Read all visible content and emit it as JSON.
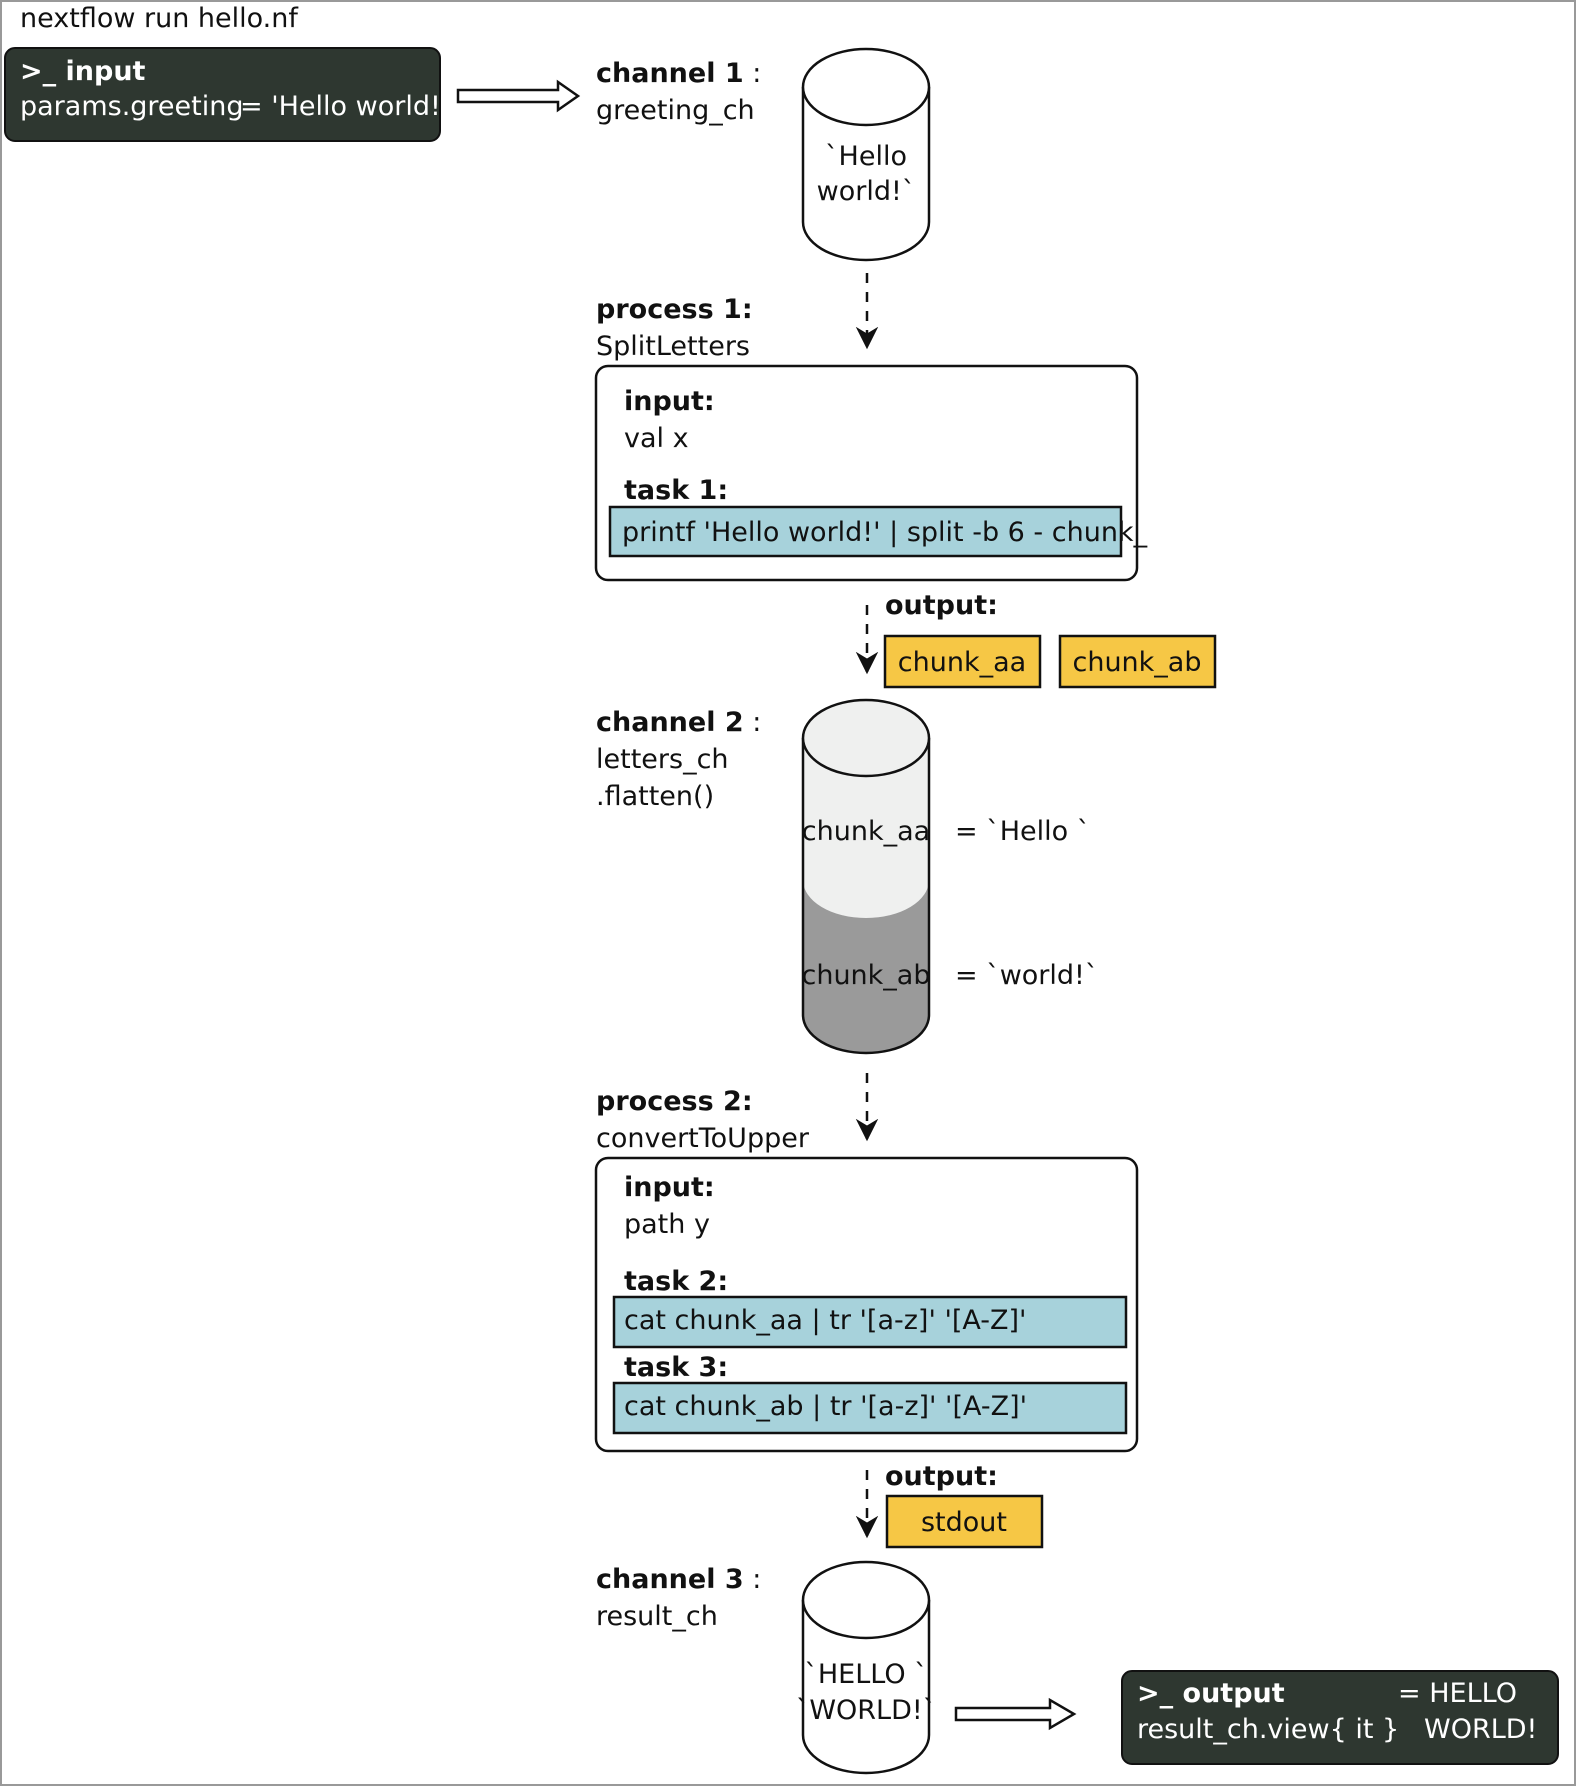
{
  "title": "nextflow run hello.nf",
  "input_box": {
    "heading": ">_  input",
    "param": "params.greeting",
    "value": "= 'Hello world!'"
  },
  "channel1": {
    "label_bold": "channel 1",
    "colon": " :",
    "name": "greeting_ch",
    "content_line1": "`Hello",
    "content_line2": "world!`"
  },
  "process1": {
    "label_bold": "process 1:",
    "name": "SplitLetters",
    "input_label": "input:",
    "input_value": "val x",
    "task_label": "task 1:",
    "task_cmd": "printf 'Hello world!' | split -b 6 - chunk_",
    "output_label": "output:",
    "outputs": [
      "chunk_aa",
      "chunk_ab"
    ]
  },
  "channel2": {
    "label_bold": "channel 2",
    "colon": " :",
    "name": "letters_ch",
    "op": ".flatten()",
    "items": [
      {
        "chunk": "chunk_aa",
        "value": "= `Hello `"
      },
      {
        "chunk": "chunk_ab",
        "value": "= `world!`"
      }
    ]
  },
  "process2": {
    "label_bold": "process 2:",
    "name": "convertToUpper",
    "input_label": "input:",
    "input_value": "path y",
    "tasks": [
      {
        "label": "task 2:",
        "cmd": "cat chunk_aa | tr '[a-z]' '[A-Z]'"
      },
      {
        "label": "task 3:",
        "cmd": "cat chunk_ab | tr '[a-z]' '[A-Z]'"
      }
    ],
    "output_label": "output:",
    "output": "stdout"
  },
  "channel3": {
    "label_bold": "channel 3",
    "colon": " :",
    "name": "result_ch",
    "content_line1": "`HELLO `",
    "content_line2": "`WORLD!`"
  },
  "output_box": {
    "heading": ">_  output",
    "command": "result_ch.view{ it }",
    "value_line1": "= HELLO",
    "value_line2": "WORLD!"
  },
  "colors": {
    "terminal_bg": "#2e3730",
    "task_fill": "#a7d2db",
    "output_fill": "#f6c745",
    "cylinder_light": "#eff0ef",
    "cylinder_dark": "#9a9a9a"
  }
}
